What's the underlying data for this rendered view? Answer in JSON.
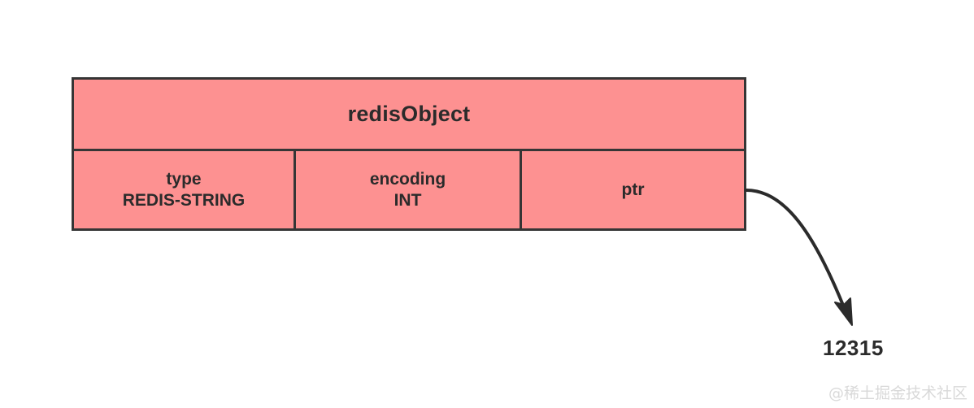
{
  "diagram": {
    "title": "redisObject",
    "colors": {
      "box_fill": "#FD9191",
      "box_border": "#353535",
      "text": "#2b2b2b",
      "arrow": "#2b2b2b",
      "background": "#ffffff",
      "watermark": "#d9d9d9"
    },
    "fields": [
      {
        "label": "type",
        "value": "REDIS-STRING"
      },
      {
        "label": "encoding",
        "value": "INT"
      },
      {
        "label": "ptr",
        "value": ""
      }
    ],
    "pointer": {
      "arrow_icon": "curved-arrow-icon",
      "target_value": "12315"
    }
  },
  "watermark": {
    "text": "@稀土掘金技术社区"
  }
}
